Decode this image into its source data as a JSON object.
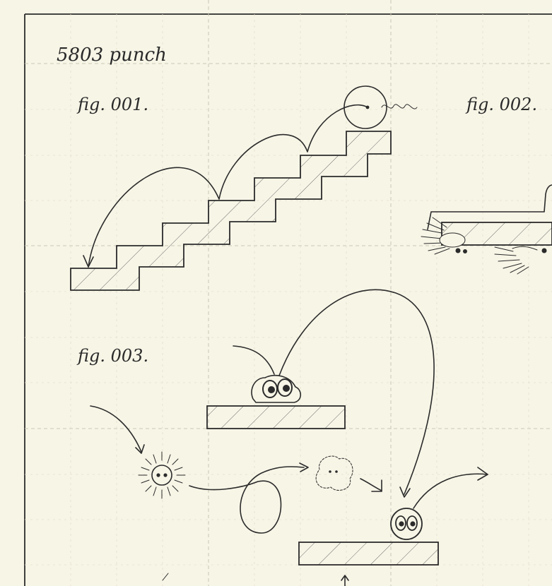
{
  "header": {
    "title": "5803 punch"
  },
  "figures": [
    {
      "id": "fig-001",
      "label": "fig. 001."
    },
    {
      "id": "fig-002",
      "label": "fig. 002."
    },
    {
      "id": "fig-003",
      "label": "fig. 003."
    }
  ],
  "colors": {
    "paper": "#f7f5e6",
    "ink": "#2b2b2b",
    "grid": "#c9c6b4"
  }
}
